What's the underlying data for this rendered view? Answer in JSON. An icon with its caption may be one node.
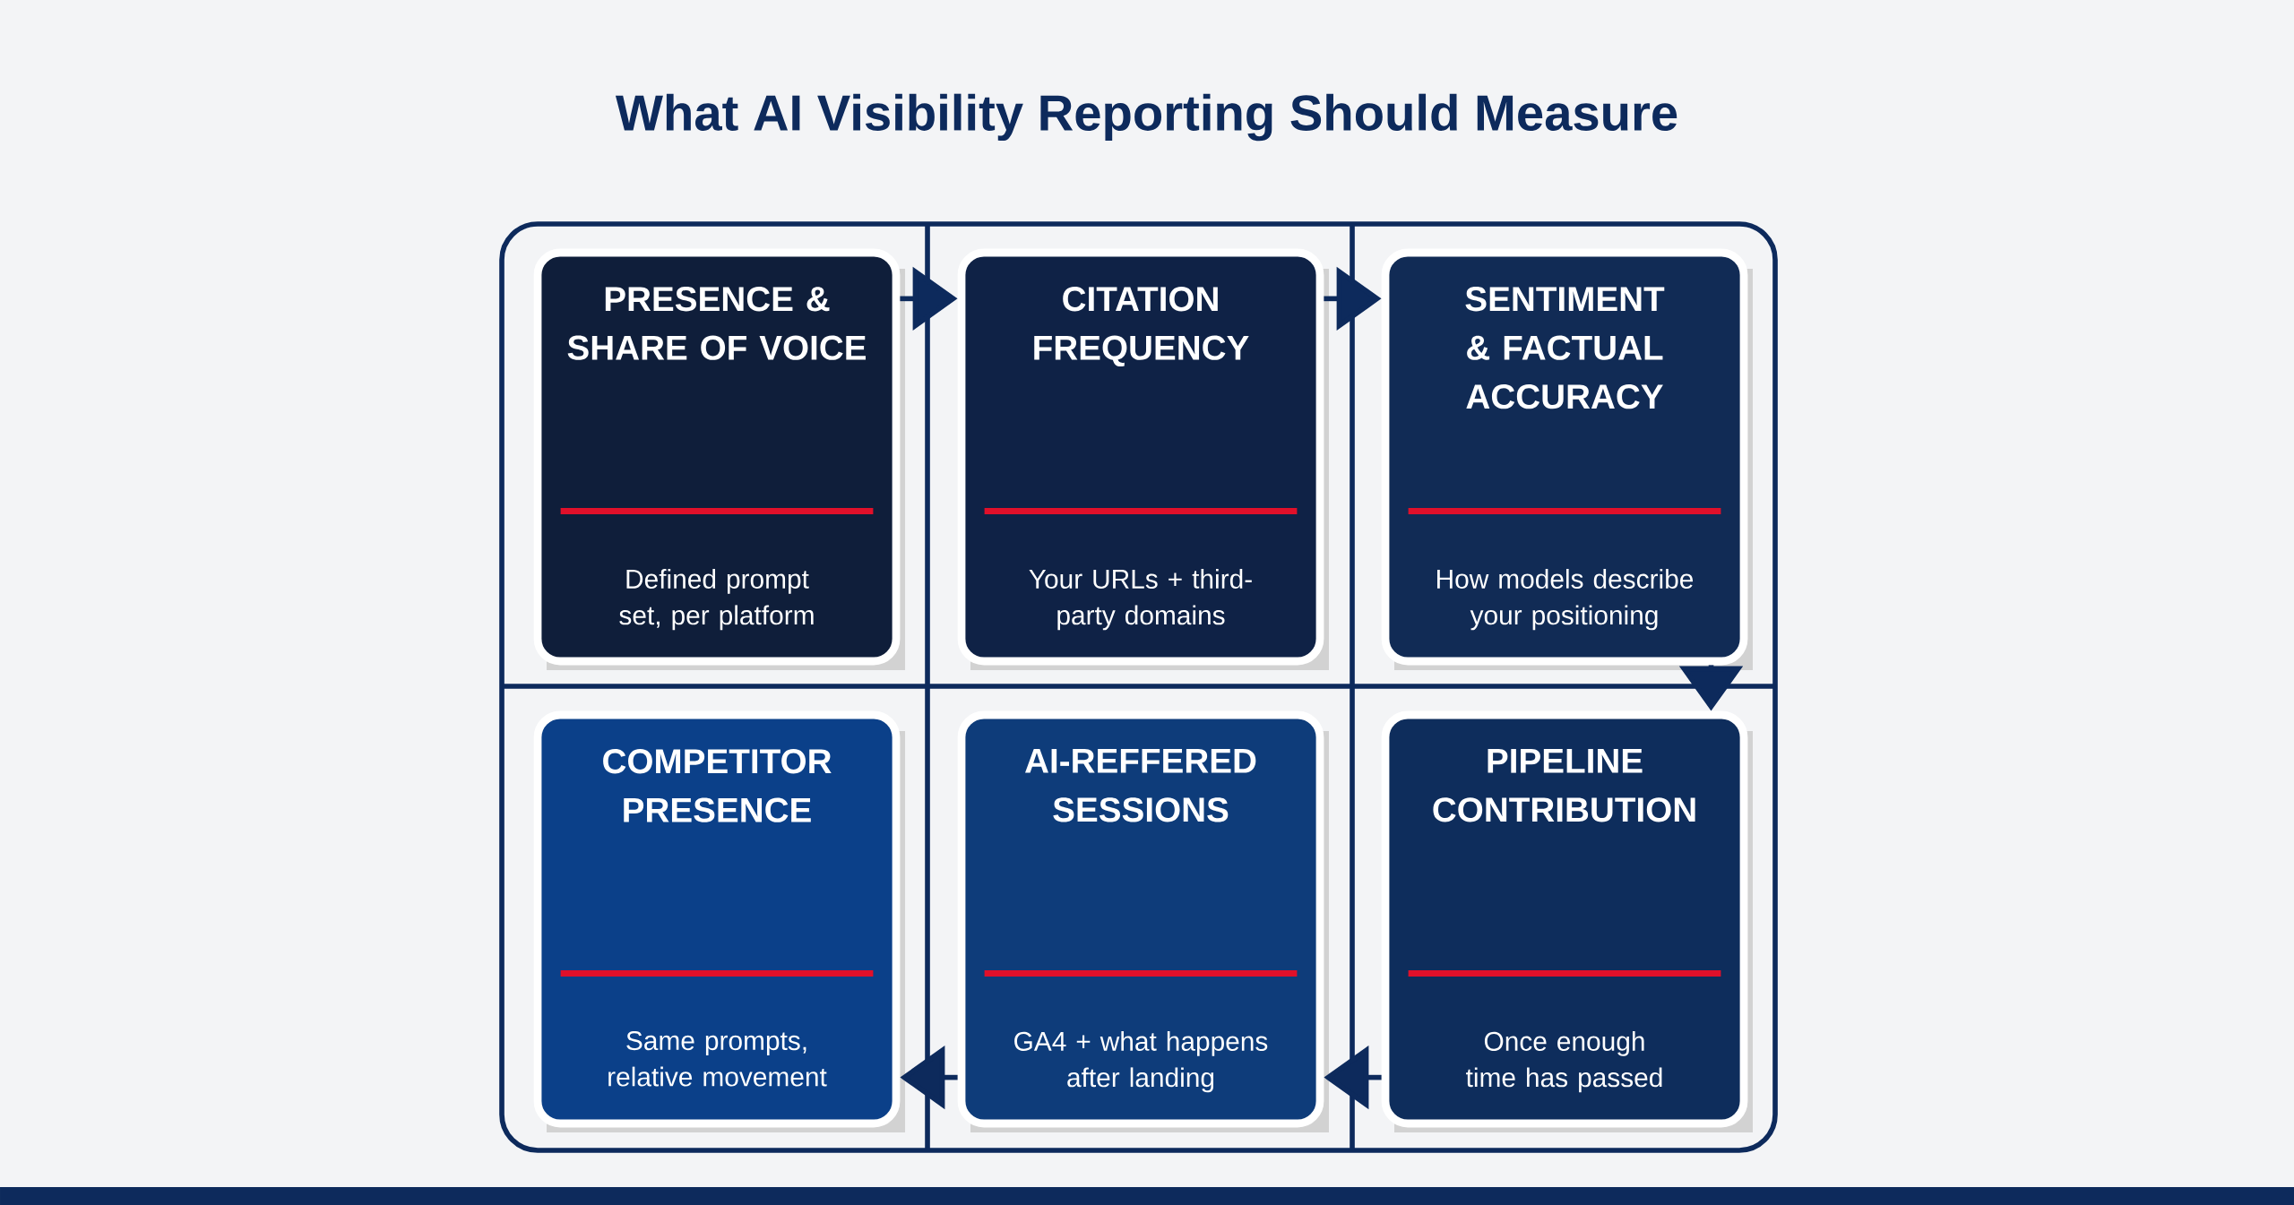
{
  "diagram": {
    "title": "What AI Visibility Reporting Should Measure",
    "nodes": [
      {
        "text": [
          "PRESENCE & SHARE OF VOICE",
          "Defined prompt set, per platform"
        ]
      },
      {
        "text": [
          "CITATION FREQUENCY",
          "Your URLs + third-party domains"
        ]
      },
      {
        "text": [
          "SENTIMENT & FACTUAL ACCURACY",
          "How models describe your positioning"
        ]
      },
      {
        "text": [
          "COMPETITOR PRESENCE",
          "Same prompts, relative movement"
        ]
      },
      {
        "text": [
          "AI-REFFERED SESSIONS",
          "GA4 + what happens after landing"
        ]
      },
      {
        "text": [
          "PIPELINE CONTRIBUTION",
          "Once enough time has passed"
        ]
      }
    ],
    "edges": [
      {
        "from": 0,
        "to": 1,
        "arrow": "to"
      },
      {
        "from": 1,
        "to": 2,
        "arrow": "to"
      },
      {
        "from": 2,
        "to": 5,
        "arrow": "to"
      },
      {
        "from": 5,
        "to": 4,
        "arrow": "to"
      },
      {
        "from": 4,
        "to": 3,
        "arrow": "to"
      }
    ]
  }
}
